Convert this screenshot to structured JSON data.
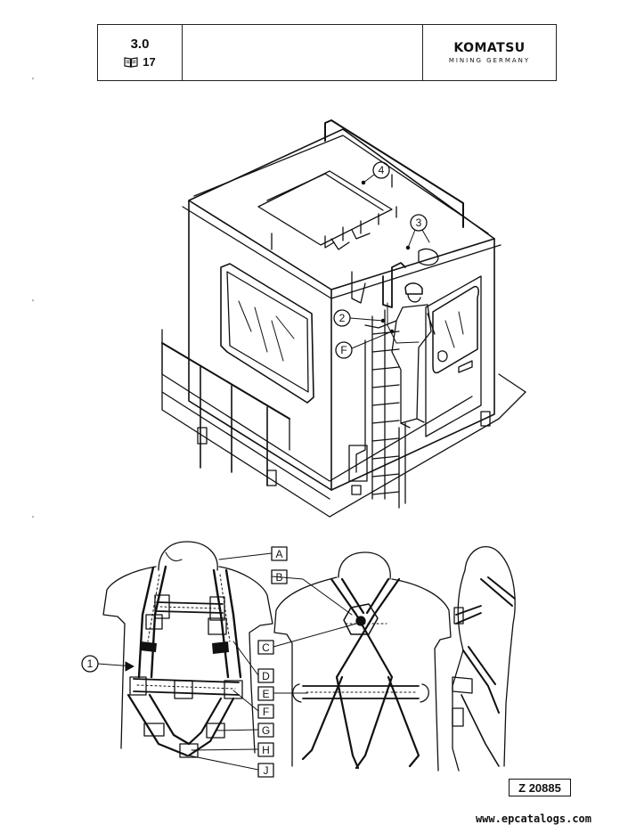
{
  "header": {
    "section_number": "3.0",
    "page_number": "17",
    "book_icon": "book-icon",
    "logo_brand": "KOMATSU",
    "logo_subtitle": "MINING GERMANY"
  },
  "callouts": {
    "cab": [
      "2",
      "3",
      "4",
      "F"
    ],
    "harness_circle": [
      "1"
    ],
    "harness_boxes": [
      "A",
      "B",
      "C",
      "D",
      "E",
      "F",
      "G",
      "H",
      "J"
    ]
  },
  "figure_ref": "Z 20885",
  "footer_url": "www.epcatalogs.com"
}
